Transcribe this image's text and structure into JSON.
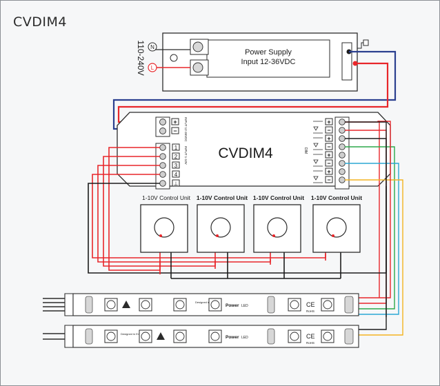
{
  "page_title": "CVDIM4",
  "mains_voltage": "110-240V",
  "power_supply": {
    "line1": "Power Supply",
    "line2": "Input 12-36VDC",
    "neutral_symbol": "N",
    "live_symbol": "L"
  },
  "controller": {
    "name": "CVDIM4",
    "input_block_label": "INPUT 12-36VDC",
    "input_plus": "+",
    "input_minus": "−",
    "control_inputs_label": "INPUT 1-10V",
    "channel_numbers": [
      "1",
      "2",
      "3",
      "4"
    ],
    "ground_symbol": "⊥",
    "output_block_label": "DIM",
    "output_plus": "+",
    "output_minus": "−"
  },
  "control_units": [
    {
      "label": "1-10V Control Unit"
    },
    {
      "label": "1-10V Control Unit"
    },
    {
      "label": "1-10V Control Unit"
    },
    {
      "label": "1-10V Control Unit"
    }
  ],
  "led_strips": {
    "designed_in": "Designed in England",
    "brand": "Power",
    "brand_suffix": "LED",
    "ce_mark": "CE",
    "rohs": "RoHS"
  },
  "colors": {
    "positive_wire": "#e8262a",
    "negative_wire": "#1c1c1c",
    "mains_neutral_wire": "#2a3f8f",
    "channel_1_wire": "#e8262a",
    "channel_2_wire": "#2aa84a",
    "channel_3_wire": "#2aa7d4",
    "channel_4_wire": "#f3b420"
  }
}
